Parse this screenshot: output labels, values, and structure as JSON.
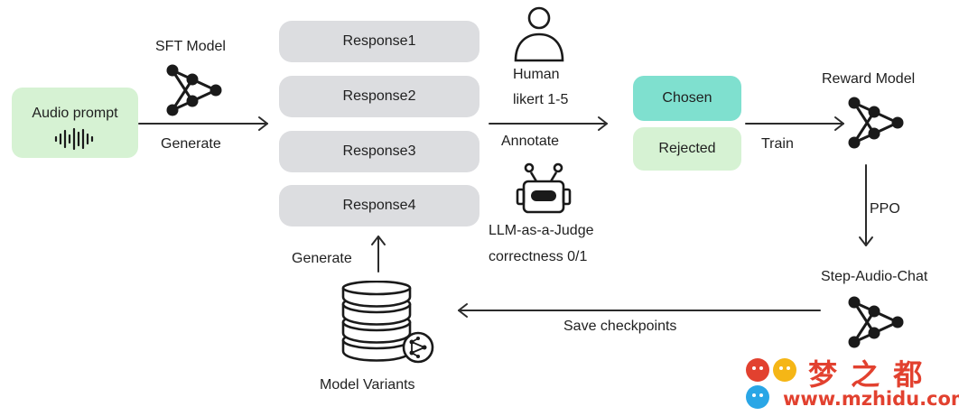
{
  "diagram": {
    "audio_prompt": {
      "label": "Audio prompt",
      "icon": "waveform-icon",
      "color": "#d6f2d3"
    },
    "sft_model": {
      "label": "SFT Model",
      "icon": "neural-network-icon"
    },
    "generate_top": "Generate",
    "responses": [
      "Response1",
      "Response2",
      "Response3",
      "Response4"
    ],
    "human": {
      "icon": "person-icon",
      "line1": "Human",
      "line2": "likert 1-5"
    },
    "annotate": "Annotate",
    "llm_judge": {
      "icon": "robot-icon",
      "line1": "LLM-as-a-Judge",
      "line2": "correctness 0/1"
    },
    "chosen": {
      "label": "Chosen",
      "color": "#7fe0cf"
    },
    "rejected": {
      "label": "Rejected",
      "color": "#d6f2d3"
    },
    "train": "Train",
    "reward_model": {
      "label": "Reward Model",
      "icon": "neural-network-icon"
    },
    "ppo": "PPO",
    "step_audio_chat": {
      "label": "Step-Audio-Chat",
      "icon": "neural-network-icon"
    },
    "save_checkpoints": "Save checkpoints",
    "model_variants": {
      "label": "Model Variants",
      "icon": "database-icon"
    },
    "generate_bottom": "Generate"
  },
  "watermark": {
    "chars": "梦 之 都",
    "url": "www.mzhidu.com"
  }
}
